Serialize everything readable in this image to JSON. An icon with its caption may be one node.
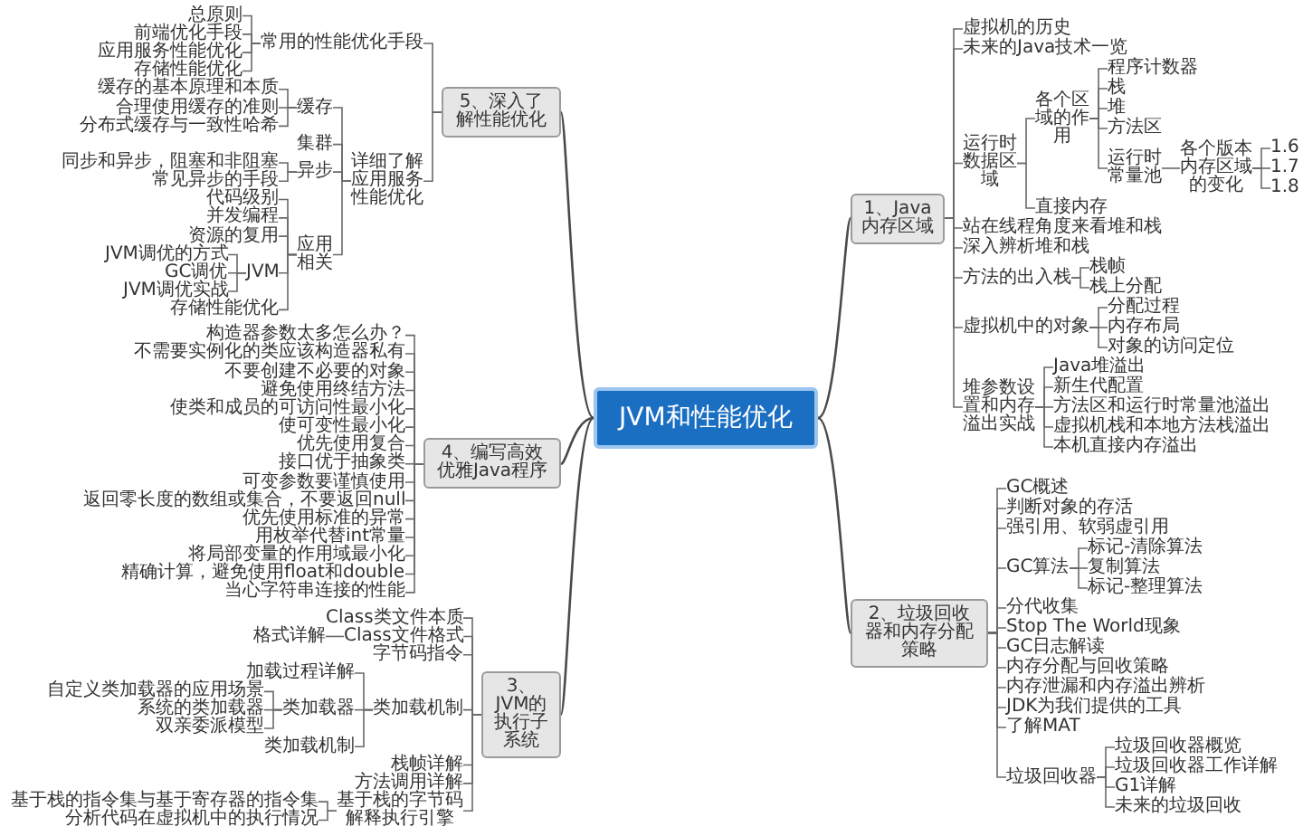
{
  "diagram": {
    "nodes": [
      {
        "text": [
          "JVM和性能优化"
        ]
      },
      {
        "text": [
          "1、Java内存区域"
        ]
      },
      {
        "text": [
          "虚拟机的历史"
        ]
      },
      {
        "text": [
          "未来的Java技术一览"
        ]
      },
      {
        "text": [
          "运行时数据区域"
        ]
      },
      {
        "text": [
          "各个区域的作用"
        ]
      },
      {
        "text": [
          "程序计数器"
        ]
      },
      {
        "text": [
          "栈"
        ]
      },
      {
        "text": [
          "堆"
        ]
      },
      {
        "text": [
          "方法区"
        ]
      },
      {
        "text": [
          "运行时常量池"
        ]
      },
      {
        "text": [
          "各个版本内存区域的变化"
        ]
      },
      {
        "text": [
          "1.6"
        ]
      },
      {
        "text": [
          "1.7"
        ]
      },
      {
        "text": [
          "1.8"
        ]
      },
      {
        "text": [
          "直接内存"
        ]
      },
      {
        "text": [
          "站在线程角度来看堆和栈"
        ]
      },
      {
        "text": [
          "深入辨析堆和栈"
        ]
      },
      {
        "text": [
          "方法的出入栈"
        ]
      },
      {
        "text": [
          "栈帧"
        ]
      },
      {
        "text": [
          "栈上分配"
        ]
      },
      {
        "text": [
          "虚拟机中的对象"
        ]
      },
      {
        "text": [
          "分配过程"
        ]
      },
      {
        "text": [
          "内存布局"
        ]
      },
      {
        "text": [
          "对象的访问定位"
        ]
      },
      {
        "text": [
          "堆参数设置和内存溢出实战"
        ]
      },
      {
        "text": [
          "Java堆溢出"
        ]
      },
      {
        "text": [
          "新生代配置"
        ]
      },
      {
        "text": [
          "方法区和运行时常量池溢出"
        ]
      },
      {
        "text": [
          "虚拟机栈和本地方法栈溢出"
        ]
      },
      {
        "text": [
          "本机直接内存溢出"
        ]
      },
      {
        "text": [
          "2、垃圾回收器和内存分配策略"
        ]
      },
      {
        "text": [
          "GC概述"
        ]
      },
      {
        "text": [
          "判断对象的存活"
        ]
      },
      {
        "text": [
          "强引用、软弱虚引用"
        ]
      },
      {
        "text": [
          "GC算法"
        ]
      },
      {
        "text": [
          "标记-清除算法"
        ]
      },
      {
        "text": [
          "复制算法"
        ]
      },
      {
        "text": [
          "标记-整理算法"
        ]
      },
      {
        "text": [
          "分代收集"
        ]
      },
      {
        "text": [
          "Stop The World现象"
        ]
      },
      {
        "text": [
          "GC日志解读"
        ]
      },
      {
        "text": [
          "内存分配与回收策略"
        ]
      },
      {
        "text": [
          "内存泄漏和内存溢出辨析"
        ]
      },
      {
        "text": [
          "JDK为我们提供的工具"
        ]
      },
      {
        "text": [
          "了解MAT"
        ]
      },
      {
        "text": [
          "垃圾回收器"
        ]
      },
      {
        "text": [
          "垃圾回收器概览"
        ]
      },
      {
        "text": [
          "垃圾回收器工作详解"
        ]
      },
      {
        "text": [
          "G1详解"
        ]
      },
      {
        "text": [
          "未来的垃圾回收"
        ]
      },
      {
        "text": [
          "3、JVM的执行子系统"
        ]
      },
      {
        "text": [
          "Class类文件本质"
        ]
      },
      {
        "text": [
          "Class文件格式"
        ]
      },
      {
        "text": [
          "格式详解"
        ]
      },
      {
        "text": [
          "字节码指令"
        ]
      },
      {
        "text": [
          "类加载机制"
        ]
      },
      {
        "text": [
          "加载过程详解"
        ]
      },
      {
        "text": [
          "类加载器"
        ]
      },
      {
        "text": [
          "自定义类加载器的应用场景"
        ]
      },
      {
        "text": [
          "系统的类加载器"
        ]
      },
      {
        "text": [
          "双亲委派模型"
        ]
      },
      {
        "text": [
          "类加载机制"
        ]
      },
      {
        "text": [
          "栈帧详解"
        ]
      },
      {
        "text": [
          "方法调用详解"
        ]
      },
      {
        "text": [
          "基于栈的字节码解释执行引擎"
        ]
      },
      {
        "text": [
          "基于栈的指令集与基于寄存器的指令集"
        ]
      },
      {
        "text": [
          "分析代码在虚拟机中的执行情况"
        ]
      },
      {
        "text": [
          "4、编写高效优雅Java程序"
        ]
      },
      {
        "text": [
          "构造器参数太多怎么办？"
        ]
      },
      {
        "text": [
          "不需要实例化的类应该构造器私有"
        ]
      },
      {
        "text": [
          "不要创建不必要的对象"
        ]
      },
      {
        "text": [
          "避免使用终结方法"
        ]
      },
      {
        "text": [
          "使类和成员的可访问性最小化"
        ]
      },
      {
        "text": [
          "使可变性最小化"
        ]
      },
      {
        "text": [
          "优先使用复合"
        ]
      },
      {
        "text": [
          "接口优于抽象类"
        ]
      },
      {
        "text": [
          "可变参数要谨慎使用"
        ]
      },
      {
        "text": [
          "返回零长度的数组或集合，不要返回null"
        ]
      },
      {
        "text": [
          "优先使用标准的异常"
        ]
      },
      {
        "text": [
          "用枚举代替int常量"
        ]
      },
      {
        "text": [
          "将局部变量的作用域最小化"
        ]
      },
      {
        "text": [
          "精确计算，避免使用float和double"
        ]
      },
      {
        "text": [
          "当心字符串连接的性能"
        ]
      },
      {
        "text": [
          "5、深入了解性能优化"
        ]
      },
      {
        "text": [
          "常用的性能优化手段"
        ]
      },
      {
        "text": [
          "总原则"
        ]
      },
      {
        "text": [
          "前端优化手段"
        ]
      },
      {
        "text": [
          "应用服务性能优化"
        ]
      },
      {
        "text": [
          "存储性能优化"
        ]
      },
      {
        "text": [
          "详细了解应用服务性能优化"
        ]
      },
      {
        "text": [
          "缓存"
        ]
      },
      {
        "text": [
          "缓存的基本原理和本质"
        ]
      },
      {
        "text": [
          "合理使用缓存的准则"
        ]
      },
      {
        "text": [
          "分布式缓存与一致性哈希"
        ]
      },
      {
        "text": [
          "集群"
        ]
      },
      {
        "text": [
          "异步"
        ]
      },
      {
        "text": [
          "同步和异步，阻塞和非阻塞"
        ]
      },
      {
        "text": [
          "常见异步的手段"
        ]
      },
      {
        "text": [
          "应用相关"
        ]
      },
      {
        "text": [
          "代码级别"
        ]
      },
      {
        "text": [
          "并发编程"
        ]
      },
      {
        "text": [
          "资源的复用"
        ]
      },
      {
        "text": [
          "JVM"
        ]
      },
      {
        "text": [
          "JVM调优的方式"
        ]
      },
      {
        "text": [
          "GC调优"
        ]
      },
      {
        "text": [
          "JVM调优实战"
        ]
      },
      {
        "text": [
          "存储性能优化"
        ]
      }
    ],
    "edges": [
      {
        "from": 0,
        "to": 1,
        "arrow": "none"
      },
      {
        "from": 1,
        "to": 2,
        "arrow": "none"
      },
      {
        "from": 1,
        "to": 3,
        "arrow": "none"
      },
      {
        "from": 1,
        "to": 4,
        "arrow": "none"
      },
      {
        "from": 4,
        "to": 5,
        "arrow": "none"
      },
      {
        "from": 5,
        "to": 6,
        "arrow": "none"
      },
      {
        "from": 5,
        "to": 7,
        "arrow": "none"
      },
      {
        "from": 5,
        "to": 8,
        "arrow": "none"
      },
      {
        "from": 5,
        "to": 9,
        "arrow": "none"
      },
      {
        "from": 5,
        "to": 10,
        "arrow": "none"
      },
      {
        "from": 10,
        "to": 11,
        "arrow": "none"
      },
      {
        "from": 11,
        "to": 12,
        "arrow": "none"
      },
      {
        "from": 11,
        "to": 13,
        "arrow": "none"
      },
      {
        "from": 11,
        "to": 14,
        "arrow": "none"
      },
      {
        "from": 4,
        "to": 15,
        "arrow": "none"
      },
      {
        "from": 1,
        "to": 16,
        "arrow": "none"
      },
      {
        "from": 1,
        "to": 17,
        "arrow": "none"
      },
      {
        "from": 1,
        "to": 18,
        "arrow": "none"
      },
      {
        "from": 18,
        "to": 19,
        "arrow": "none"
      },
      {
        "from": 18,
        "to": 20,
        "arrow": "none"
      },
      {
        "from": 1,
        "to": 21,
        "arrow": "none"
      },
      {
        "from": 21,
        "to": 22,
        "arrow": "none"
      },
      {
        "from": 21,
        "to": 23,
        "arrow": "none"
      },
      {
        "from": 21,
        "to": 24,
        "arrow": "none"
      },
      {
        "from": 1,
        "to": 25,
        "arrow": "none"
      },
      {
        "from": 25,
        "to": 26,
        "arrow": "none"
      },
      {
        "from": 25,
        "to": 27,
        "arrow": "none"
      },
      {
        "from": 25,
        "to": 28,
        "arrow": "none"
      },
      {
        "from": 25,
        "to": 29,
        "arrow": "none"
      },
      {
        "from": 25,
        "to": 30,
        "arrow": "none"
      },
      {
        "from": 0,
        "to": 31,
        "arrow": "none"
      },
      {
        "from": 31,
        "to": 32,
        "arrow": "none"
      },
      {
        "from": 31,
        "to": 33,
        "arrow": "none"
      },
      {
        "from": 31,
        "to": 34,
        "arrow": "none"
      },
      {
        "from": 31,
        "to": 35,
        "arrow": "none"
      },
      {
        "from": 35,
        "to": 36,
        "arrow": "none"
      },
      {
        "from": 35,
        "to": 37,
        "arrow": "none"
      },
      {
        "from": 35,
        "to": 38,
        "arrow": "none"
      },
      {
        "from": 31,
        "to": 39,
        "arrow": "none"
      },
      {
        "from": 31,
        "to": 40,
        "arrow": "none"
      },
      {
        "from": 31,
        "to": 41,
        "arrow": "none"
      },
      {
        "from": 31,
        "to": 42,
        "arrow": "none"
      },
      {
        "from": 31,
        "to": 43,
        "arrow": "none"
      },
      {
        "from": 31,
        "to": 44,
        "arrow": "none"
      },
      {
        "from": 31,
        "to": 45,
        "arrow": "none"
      },
      {
        "from": 31,
        "to": 46,
        "arrow": "none"
      },
      {
        "from": 46,
        "to": 47,
        "arrow": "none"
      },
      {
        "from": 46,
        "to": 48,
        "arrow": "none"
      },
      {
        "from": 46,
        "to": 49,
        "arrow": "none"
      },
      {
        "from": 46,
        "to": 50,
        "arrow": "none"
      },
      {
        "from": 0,
        "to": 51,
        "arrow": "none"
      },
      {
        "from": 51,
        "to": 52,
        "arrow": "none"
      },
      {
        "from": 51,
        "to": 53,
        "arrow": "none"
      },
      {
        "from": 53,
        "to": 54,
        "arrow": "none"
      },
      {
        "from": 51,
        "to": 55,
        "arrow": "none"
      },
      {
        "from": 51,
        "to": 56,
        "arrow": "none"
      },
      {
        "from": 56,
        "to": 57,
        "arrow": "none"
      },
      {
        "from": 56,
        "to": 58,
        "arrow": "none"
      },
      {
        "from": 58,
        "to": 59,
        "arrow": "none"
      },
      {
        "from": 58,
        "to": 60,
        "arrow": "none"
      },
      {
        "from": 58,
        "to": 61,
        "arrow": "none"
      },
      {
        "from": 56,
        "to": 62,
        "arrow": "none"
      },
      {
        "from": 51,
        "to": 63,
        "arrow": "none"
      },
      {
        "from": 51,
        "to": 64,
        "arrow": "none"
      },
      {
        "from": 51,
        "to": 65,
        "arrow": "none"
      },
      {
        "from": 65,
        "to": 66,
        "arrow": "none"
      },
      {
        "from": 65,
        "to": 67,
        "arrow": "none"
      },
      {
        "from": 0,
        "to": 68,
        "arrow": "none"
      },
      {
        "from": 68,
        "to": 69,
        "arrow": "none"
      },
      {
        "from": 68,
        "to": 70,
        "arrow": "none"
      },
      {
        "from": 68,
        "to": 71,
        "arrow": "none"
      },
      {
        "from": 68,
        "to": 72,
        "arrow": "none"
      },
      {
        "from": 68,
        "to": 73,
        "arrow": "none"
      },
      {
        "from": 68,
        "to": 74,
        "arrow": "none"
      },
      {
        "from": 68,
        "to": 75,
        "arrow": "none"
      },
      {
        "from": 68,
        "to": 76,
        "arrow": "none"
      },
      {
        "from": 68,
        "to": 77,
        "arrow": "none"
      },
      {
        "from": 68,
        "to": 78,
        "arrow": "none"
      },
      {
        "from": 68,
        "to": 79,
        "arrow": "none"
      },
      {
        "from": 68,
        "to": 80,
        "arrow": "none"
      },
      {
        "from": 68,
        "to": 81,
        "arrow": "none"
      },
      {
        "from": 68,
        "to": 82,
        "arrow": "none"
      },
      {
        "from": 68,
        "to": 83,
        "arrow": "none"
      },
      {
        "from": 0,
        "to": 84,
        "arrow": "none"
      },
      {
        "from": 84,
        "to": 85,
        "arrow": "none"
      },
      {
        "from": 85,
        "to": 86,
        "arrow": "none"
      },
      {
        "from": 85,
        "to": 87,
        "arrow": "none"
      },
      {
        "from": 85,
        "to": 88,
        "arrow": "none"
      },
      {
        "from": 85,
        "to": 89,
        "arrow": "none"
      },
      {
        "from": 84,
        "to": 90,
        "arrow": "none"
      },
      {
        "from": 90,
        "to": 91,
        "arrow": "none"
      },
      {
        "from": 91,
        "to": 92,
        "arrow": "none"
      },
      {
        "from": 91,
        "to": 93,
        "arrow": "none"
      },
      {
        "from": 91,
        "to": 94,
        "arrow": "none"
      },
      {
        "from": 90,
        "to": 95,
        "arrow": "none"
      },
      {
        "from": 90,
        "to": 96,
        "arrow": "none"
      },
      {
        "from": 96,
        "to": 97,
        "arrow": "none"
      },
      {
        "from": 96,
        "to": 98,
        "arrow": "none"
      },
      {
        "from": 90,
        "to": 99,
        "arrow": "none"
      },
      {
        "from": 99,
        "to": 100,
        "arrow": "none"
      },
      {
        "from": 99,
        "to": 101,
        "arrow": "none"
      },
      {
        "from": 99,
        "to": 102,
        "arrow": "none"
      },
      {
        "from": 99,
        "to": 103,
        "arrow": "none"
      },
      {
        "from": 103,
        "to": 104,
        "arrow": "none"
      },
      {
        "from": 103,
        "to": 105,
        "arrow": "none"
      },
      {
        "from": 103,
        "to": 106,
        "arrow": "none"
      },
      {
        "from": 99,
        "to": 107,
        "arrow": "none"
      }
    ]
  }
}
